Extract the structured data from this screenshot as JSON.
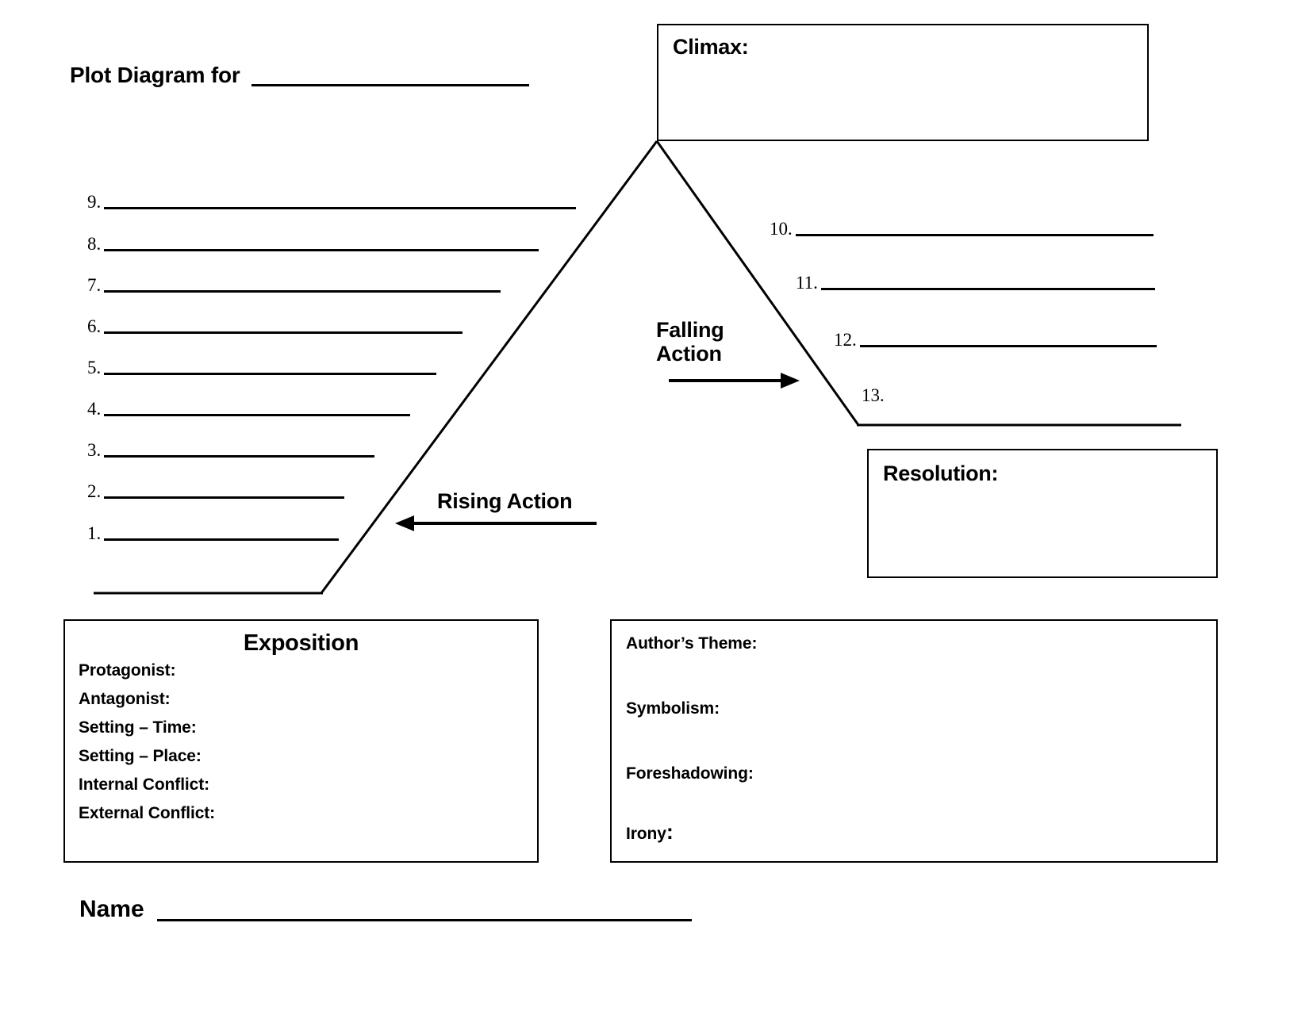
{
  "title": {
    "label": "Plot Diagram for",
    "blank": ""
  },
  "climax": {
    "heading": "Climax:"
  },
  "resolution": {
    "heading": "Resolution:"
  },
  "rising_action": {
    "label": "Rising Action",
    "arrow_direction": "left",
    "items": [
      {
        "number": "1.",
        "text": ""
      },
      {
        "number": "2.",
        "text": ""
      },
      {
        "number": "3.",
        "text": ""
      },
      {
        "number": "4.",
        "text": ""
      },
      {
        "number": "5.",
        "text": ""
      },
      {
        "number": "6.",
        "text": ""
      },
      {
        "number": "7.",
        "text": ""
      },
      {
        "number": "8.",
        "text": ""
      },
      {
        "number": "9.",
        "text": ""
      }
    ]
  },
  "falling_action": {
    "label_line1": "Falling",
    "label_line2": "Action",
    "arrow_direction": "right",
    "items": [
      {
        "number": "10.",
        "text": ""
      },
      {
        "number": "11.",
        "text": ""
      },
      {
        "number": "12.",
        "text": ""
      },
      {
        "number": "13.",
        "text": ""
      }
    ]
  },
  "exposition": {
    "title": "Exposition",
    "fields": [
      "Protagonist:",
      "Antagonist:",
      "Setting – Time:",
      "Setting – Place:",
      "Internal Conflict:",
      "External Conflict:"
    ]
  },
  "analysis": {
    "fields": [
      "Author’s Theme:",
      "Symbolism:",
      "Foreshadowing:",
      "Irony"
    ],
    "irony_colon": ":"
  },
  "name_field": {
    "label": "Name",
    "value": ""
  },
  "colors": {
    "ink": "#000000",
    "paper": "#ffffff"
  }
}
